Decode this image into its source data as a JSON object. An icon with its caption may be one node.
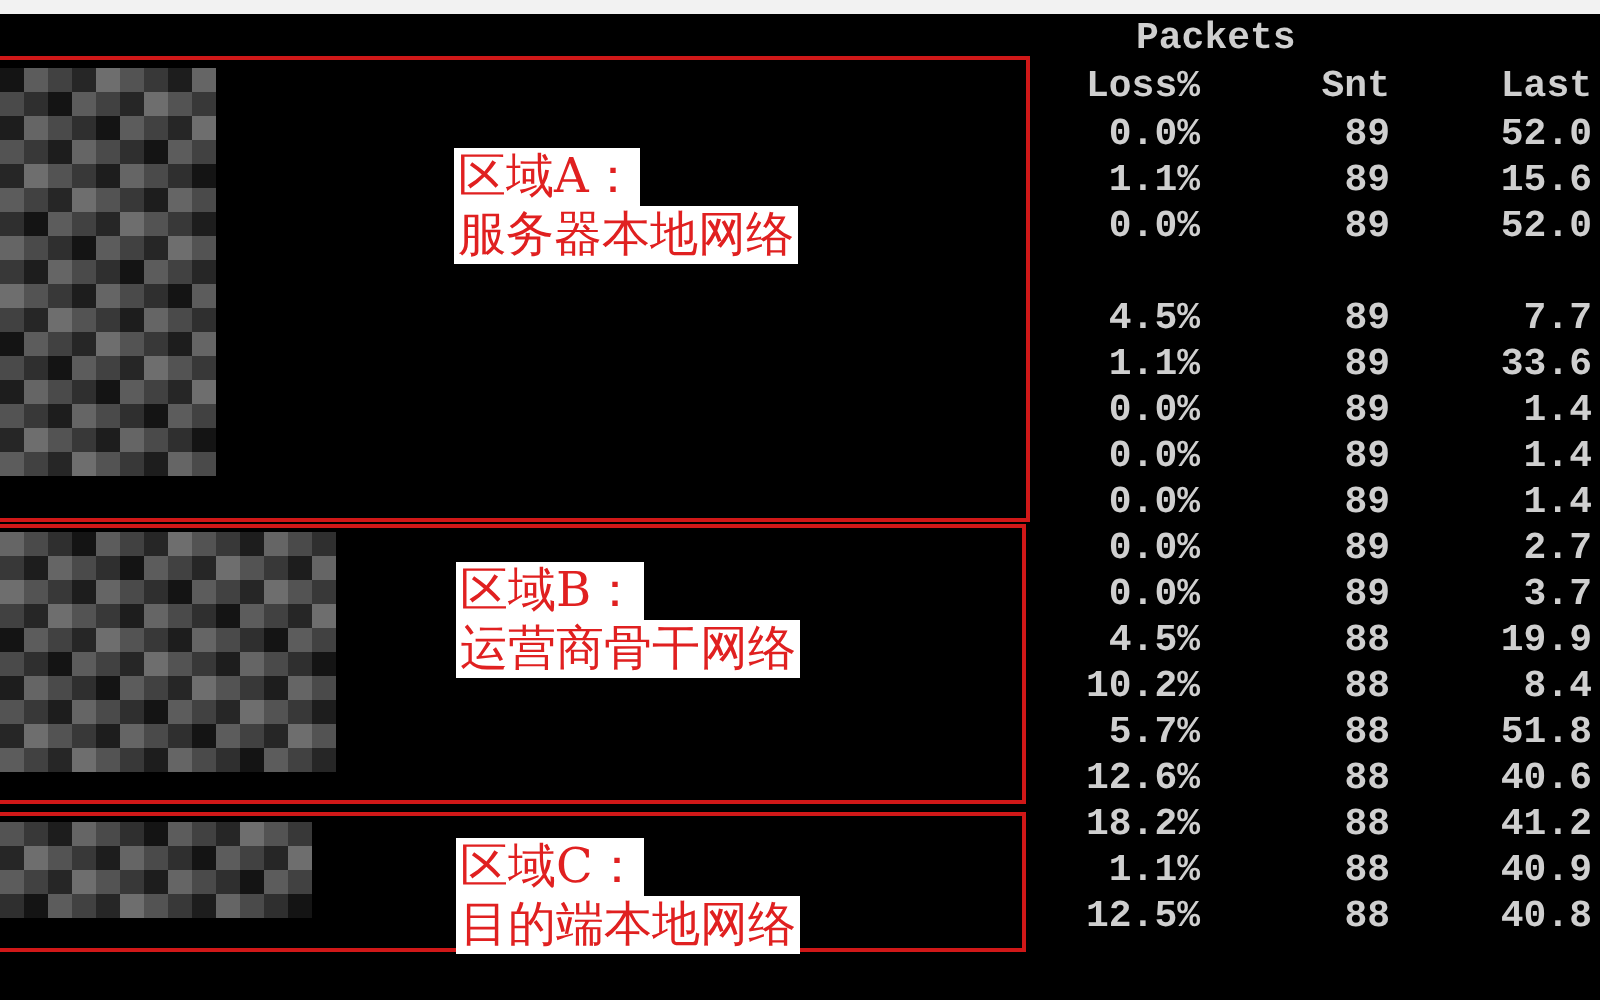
{
  "diagram": {
    "nodes": [
      {
        "text": [
          "区域A：",
          "服务器本地网络"
        ]
      },
      {
        "text": [
          "区域B：",
          "运营商骨干网络"
        ]
      },
      {
        "text": [
          "区域C：",
          "目的端本地网络"
        ]
      }
    ],
    "labels": [
      "Packets",
      "Loss%",
      "Snt",
      "Last",
      "0.0%",
      "89",
      "52.0",
      "1.1%",
      "89",
      "15.6",
      "0.0%",
      "89",
      "52.0",
      "4.5%",
      "89",
      "7.7",
      "1.1%",
      "89",
      "33.6",
      "0.0%",
      "89",
      "1.4",
      "0.0%",
      "89",
      "1.4",
      "0.0%",
      "89",
      "1.4",
      "0.0%",
      "89",
      "2.7",
      "0.0%",
      "89",
      "3.7",
      "4.5%",
      "88",
      "19.9",
      "10.2%",
      "88",
      "8.4",
      "5.7%",
      "88",
      "51.8",
      "12.6%",
      "88",
      "40.6",
      "18.2%",
      "88",
      "41.2",
      "1.1%",
      "88",
      "40.9",
      "12.5%",
      "88",
      "40.8"
    ]
  }
}
